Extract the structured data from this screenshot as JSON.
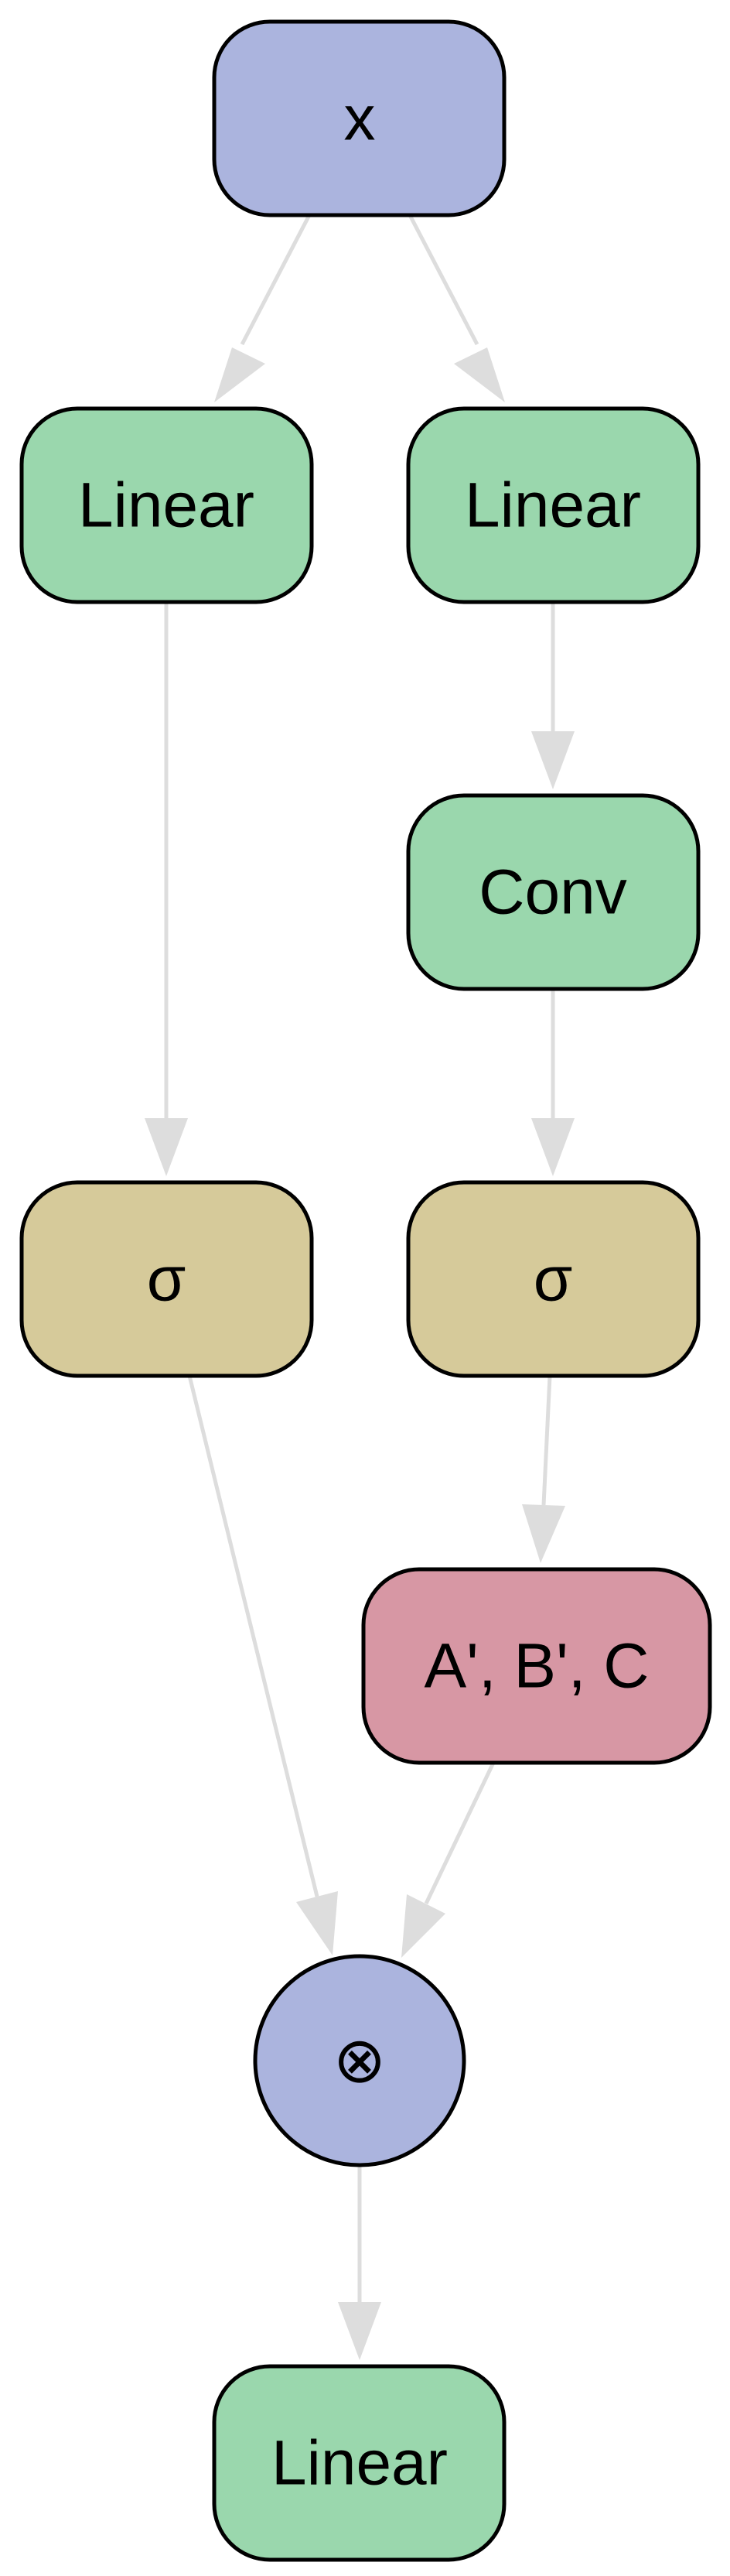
{
  "colors": {
    "input": "#abb4de",
    "linear": "#9ad7ad",
    "conv": "#9ad7ad",
    "sigma": "#d6ca9a",
    "abc": "#d797a4",
    "product": "#abb4de",
    "edge": "#dddddd",
    "border": "#000000"
  },
  "nodes": {
    "x": {
      "label": "x"
    },
    "linear_left": {
      "label": "Linear"
    },
    "linear_right": {
      "label": "Linear"
    },
    "conv": {
      "label": "Conv"
    },
    "sigma_left": {
      "label": "σ"
    },
    "sigma_right": {
      "label": "σ"
    },
    "abc": {
      "label": "A', B', C"
    },
    "product": {
      "label": "⊗"
    },
    "linear_out": {
      "label": "Linear"
    }
  }
}
